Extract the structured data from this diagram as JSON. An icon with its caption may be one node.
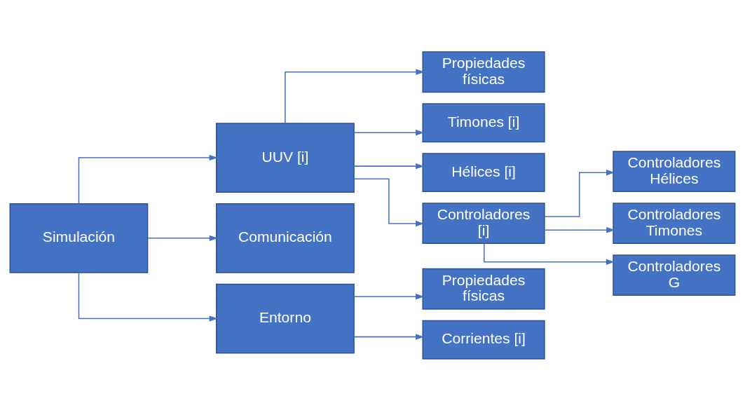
{
  "diagram": {
    "nodes": [
      {
        "text": [
          "Simulación"
        ]
      },
      {
        "text": [
          "UUV [i]"
        ]
      },
      {
        "text": [
          "Comunicación"
        ]
      },
      {
        "text": [
          "Entorno"
        ]
      },
      {
        "text": [
          "Propiedades físicas"
        ]
      },
      {
        "text": [
          "Timones [i]"
        ]
      },
      {
        "text": [
          "Hélices [i]"
        ]
      },
      {
        "text": [
          "Controladores [i]"
        ]
      },
      {
        "text": [
          "Controladores Hélices"
        ]
      },
      {
        "text": [
          "Controladores Timones"
        ]
      },
      {
        "text": [
          "Controladores G"
        ]
      },
      {
        "text": [
          "Propiedades físicas"
        ]
      },
      {
        "text": [
          "Corrientes [i]"
        ]
      }
    ],
    "edges": [
      {
        "from": 0,
        "to": 1,
        "arrow": "to"
      },
      {
        "from": 0,
        "to": 2,
        "arrow": "to"
      },
      {
        "from": 0,
        "to": 3,
        "arrow": "to"
      },
      {
        "from": 1,
        "to": 4,
        "arrow": "to"
      },
      {
        "from": 1,
        "to": 5,
        "arrow": "to"
      },
      {
        "from": 1,
        "to": 6,
        "arrow": "to"
      },
      {
        "from": 1,
        "to": 7,
        "arrow": "to"
      },
      {
        "from": 7,
        "to": 8,
        "arrow": "to"
      },
      {
        "from": 7,
        "to": 9,
        "arrow": "to"
      },
      {
        "from": 7,
        "to": 10,
        "arrow": "to"
      },
      {
        "from": 3,
        "to": 11,
        "arrow": "to"
      },
      {
        "from": 3,
        "to": 12,
        "arrow": "to"
      }
    ]
  }
}
